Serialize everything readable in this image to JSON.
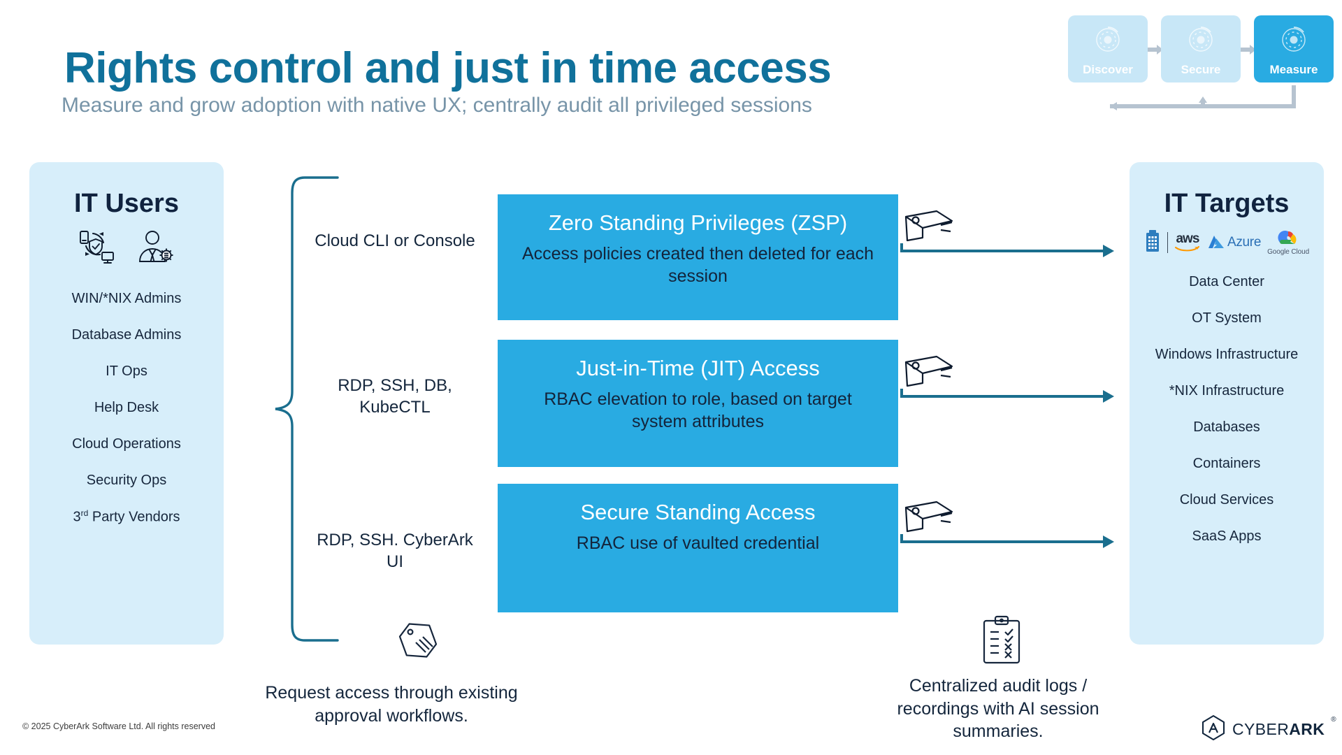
{
  "header": {
    "title": "Rights control and just in time access",
    "subtitle": "Measure and grow adoption with native UX; centrally audit all privileged sessions"
  },
  "stages": [
    {
      "label": "Discover",
      "active": false
    },
    {
      "label": "Secure",
      "active": false
    },
    {
      "label": "Measure",
      "active": true
    }
  ],
  "left_panel": {
    "title": "IT Users",
    "items": [
      "WIN/*NIX Admins",
      "Database Admins",
      "IT Ops",
      "Help Desk",
      "Cloud Operations",
      "Security Ops",
      "3rd Party Vendors"
    ],
    "vendor_item": {
      "number": "3",
      "ordinal": "rd",
      "rest": " Party Vendors"
    }
  },
  "connectors": [
    "Cloud CLI or Console",
    "RDP, SSH, DB, KubeCTL",
    "RDP, SSH. CyberArk UI"
  ],
  "cards": [
    {
      "title": "Zero Standing Privileges (ZSP)",
      "desc": "Access policies created then deleted for each session"
    },
    {
      "title": "Just-in-Time (JIT) Access",
      "desc": "RBAC elevation to role, based on target system attributes"
    },
    {
      "title": "Secure Standing Access",
      "desc": "RBAC use of vaulted credential"
    }
  ],
  "right_panel": {
    "title": "IT Targets",
    "cloud_logos": [
      "aws",
      "Azure",
      "Google Cloud"
    ],
    "items": [
      "Data Center",
      "OT System",
      "Windows Infrastructure",
      "*NIX Infrastructure",
      "Databases",
      "Containers",
      "Cloud Services",
      "SaaS Apps"
    ]
  },
  "captions": {
    "left": "Request access through existing approval workflows.",
    "right": "Centralized audit logs / recordings with AI session summaries."
  },
  "footer": {
    "copyright": "© 2025 CyberArk Software Ltd. All rights reserved",
    "brand_light": "CYBER",
    "brand_bold": "ARK",
    "brand_tm": "®"
  },
  "colors": {
    "title_blue": "#10719B",
    "card_blue": "#29ABE2",
    "panel_blue": "#D7EEFA",
    "chip_inactive": "#C8E7F7",
    "navy": "#10233F",
    "arrow_teal": "#1A6E8E"
  }
}
